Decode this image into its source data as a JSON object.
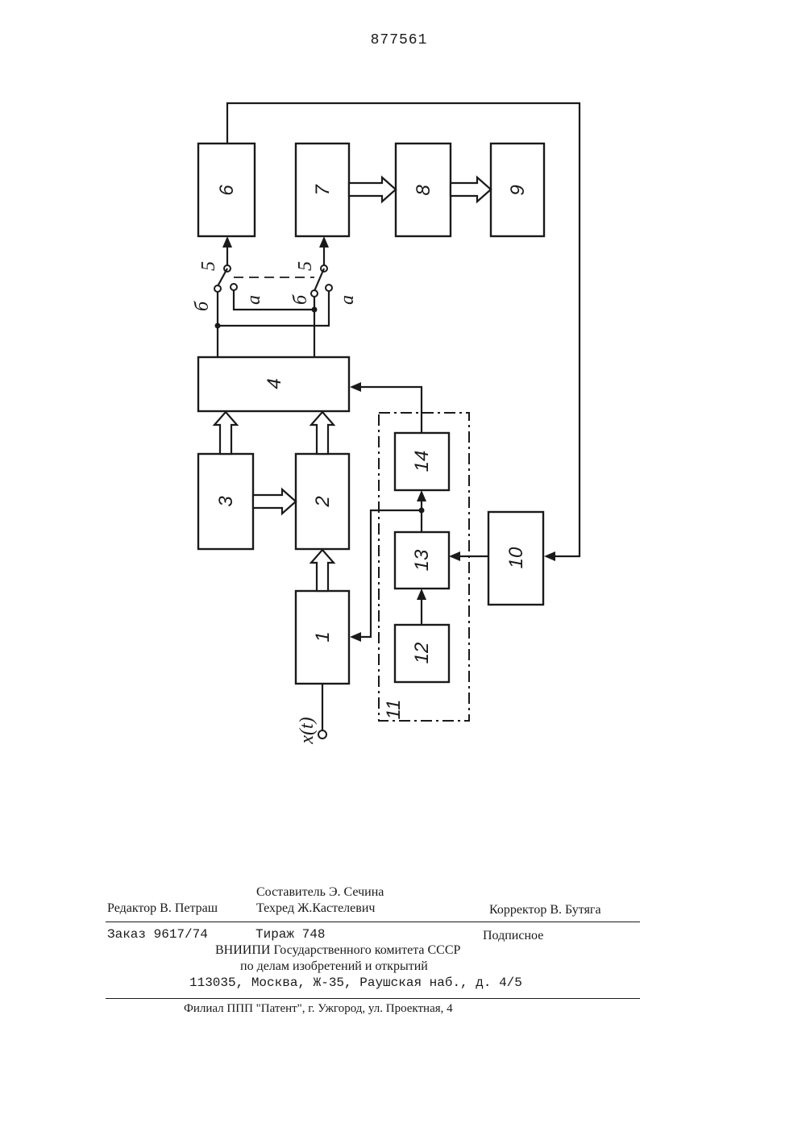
{
  "page_number": "877561",
  "diagram": {
    "blocks": {
      "b1": "1",
      "b2": "2",
      "b3": "3",
      "b4": "4",
      "b6": "6",
      "b7": "7",
      "b8": "8",
      "b9": "9",
      "b10": "10",
      "b11": "11",
      "b12": "12",
      "b13": "13",
      "b14": "14"
    },
    "switch_label": "5",
    "contact_b": "б",
    "contact_a": "а",
    "input_signal": "x(t)"
  },
  "imprint": {
    "compiler": "Составитель Э. Сечина",
    "editor": "Редактор В. Петраш",
    "techred": "Техред Ж.Кастелевич",
    "corrector": "Корректор В. Бутяга",
    "order": "Заказ 9617/74",
    "circulation": "Тираж 748",
    "subscription": "Подписное",
    "org_line1": "ВНИИПИ Государственного комитета СССР",
    "org_line2": "по делам изобретений и открытий",
    "address": "113035, Москва, Ж-35, Раушская наб., д. 4/5",
    "branch": "Филиал ППП \"Патент\", г. Ужгород, ул. Проектная, 4"
  }
}
